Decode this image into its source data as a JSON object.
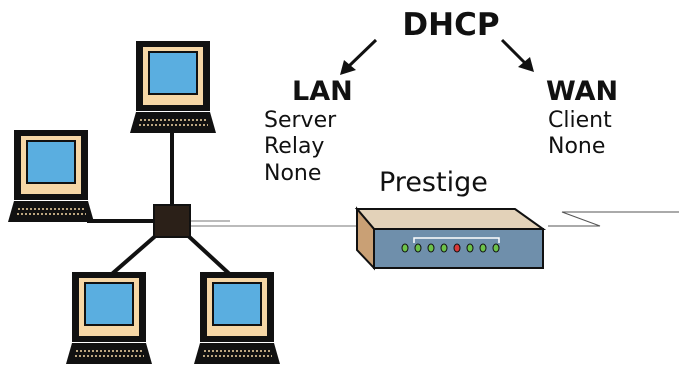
{
  "diagram": {
    "title": "DHCP",
    "lan": {
      "heading": "LAN",
      "options": [
        "Server",
        "Relay",
        "None"
      ]
    },
    "wan": {
      "heading": "WAN",
      "options": [
        "Client",
        "None"
      ]
    },
    "device_label": "Prestige",
    "computer_count": 4,
    "router_led_count": 8
  },
  "colors": {
    "screen": "#5aaee0",
    "monitor_bezel": "#f6d7a6",
    "computer_outline": "#111111",
    "router_front": "#6f8fab",
    "router_top": "#e3d2b9",
    "router_side": "#c9a075",
    "led_green": "#6cc24a",
    "led_red": "#d83a3a"
  }
}
